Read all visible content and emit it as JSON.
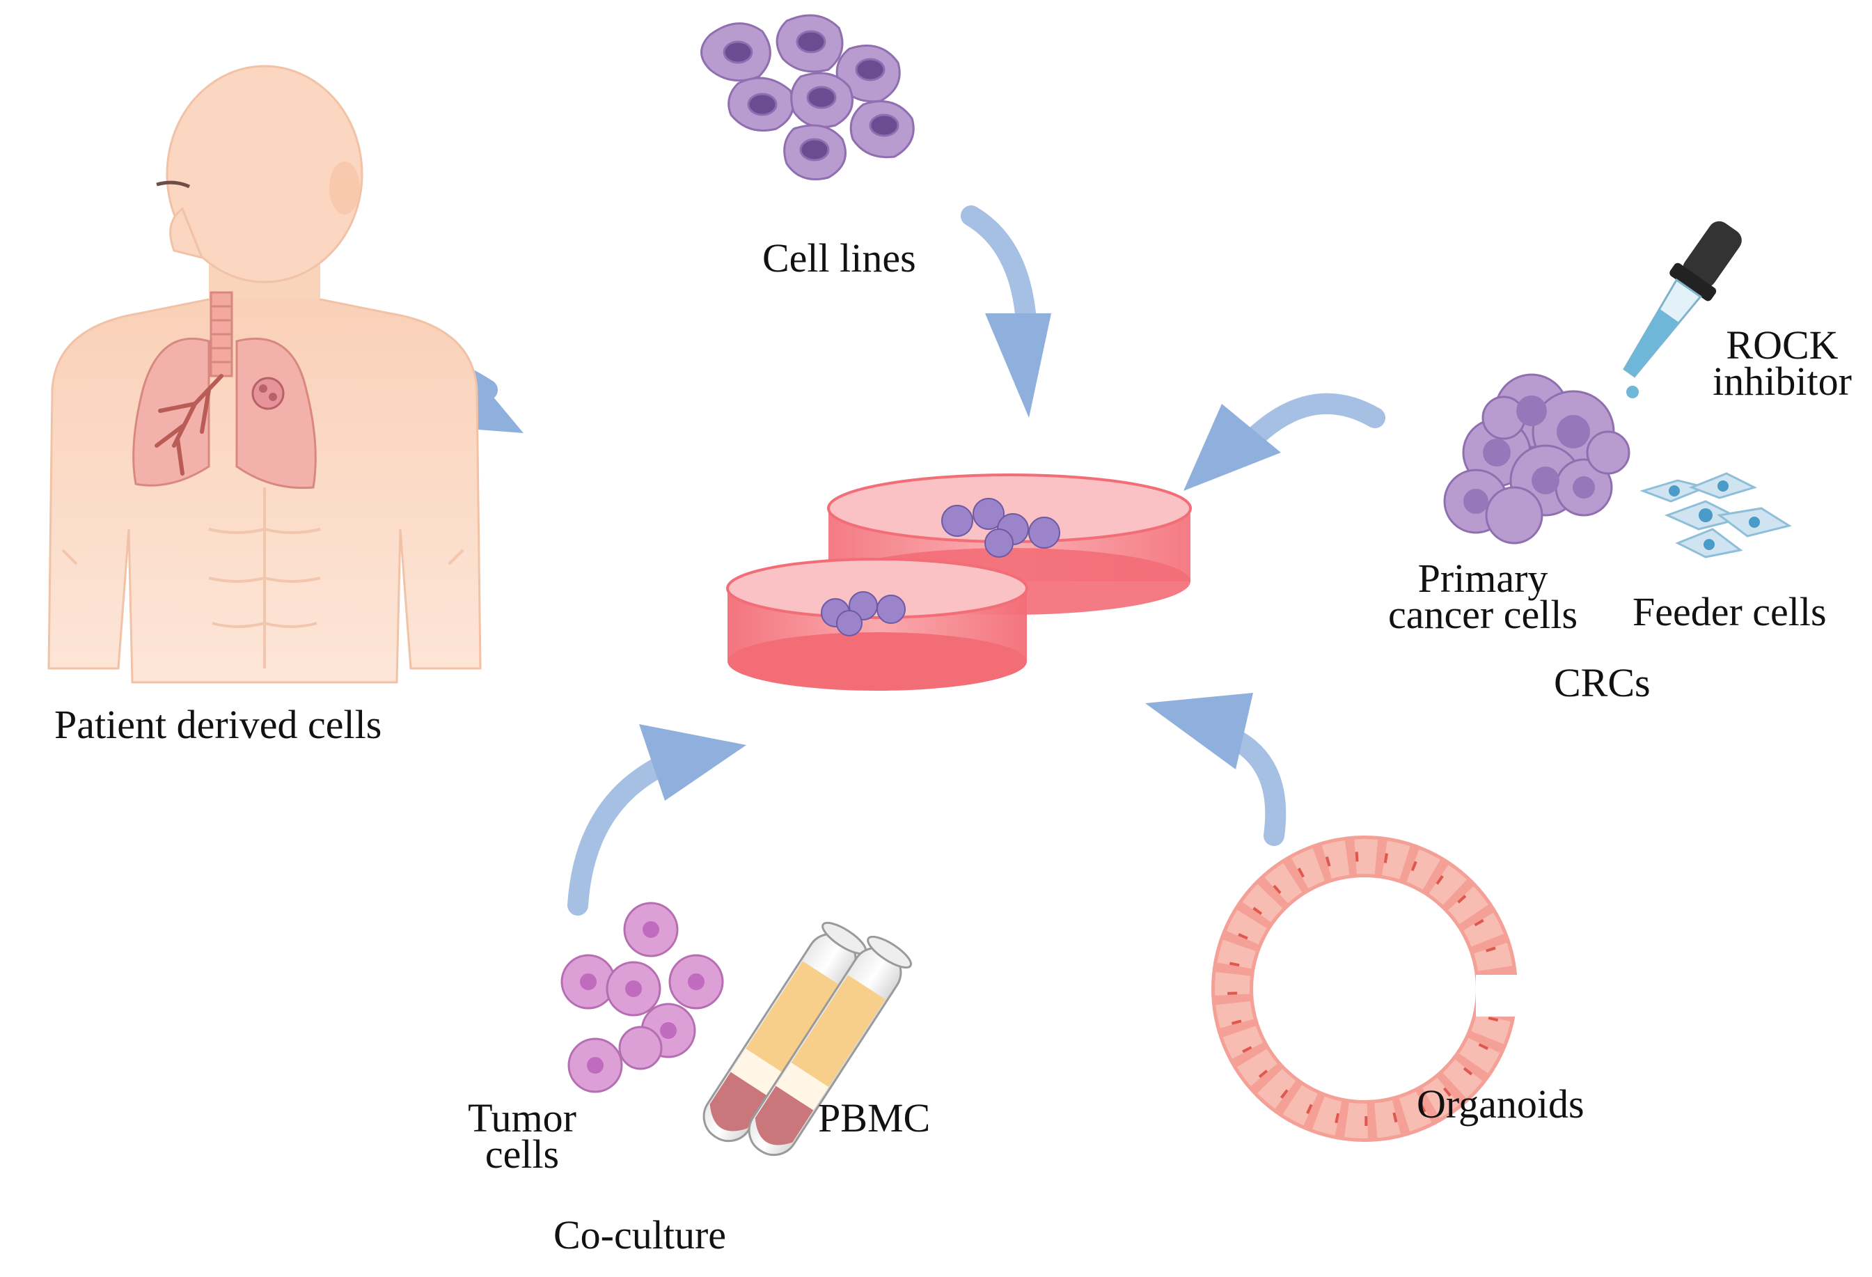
{
  "labels": {
    "patient_derived_cells": "Patient derived cells",
    "cell_lines": "Cell lines",
    "rock_inhibitor_line1": "ROCK",
    "rock_inhibitor_line2": "inhibitor",
    "primary_cancer_line1": "Primary",
    "primary_cancer_line2": "cancer cells",
    "feeder_cells": "Feeder cells",
    "crcs": "CRCs",
    "tumor_cells_line1": "Tumor",
    "tumor_cells_line2": "cells",
    "pbmc": "PBMC",
    "co_culture": "Co-culture",
    "organoids": "Organoids"
  },
  "colors": {
    "arrow": "#8fb0dc",
    "skin": "#fbd8c2",
    "lung": "#f2b2ab",
    "dish": "#f47d84",
    "purple_cell": "#b99ccf",
    "pink_cell": "#dca0d6",
    "organoid_cell": "#f4a096",
    "feeder_cell": "#a6cde3",
    "dropper_liquid": "#6fb7d8",
    "tube_plasma": "#f7cf8a",
    "tube_blood": "#c9777a"
  }
}
